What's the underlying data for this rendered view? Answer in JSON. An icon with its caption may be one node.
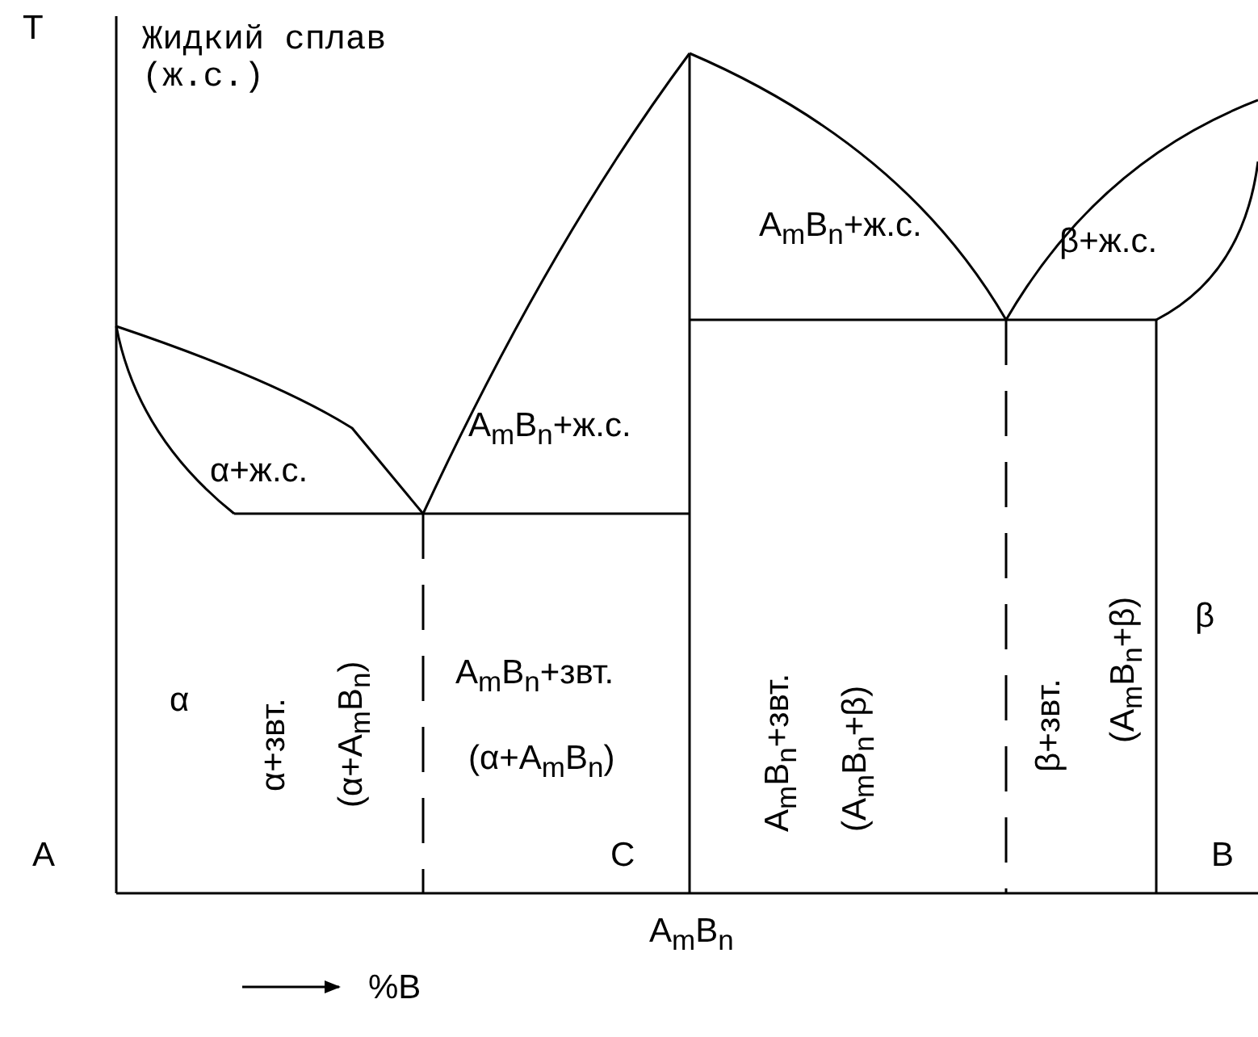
{
  "diagram": {
    "labels": [
      "T",
      "Жидкий сплав (ж.с.)",
      "A$_{m}$B$_{n}$+ж.с.",
      "β+ж.с.",
      "α+ж.с.",
      "A$_{m}$B$_{n}$+ж.с.",
      "α",
      "α+звт.",
      "(α+A$_{m}$B$_{n}$)",
      "A$_{m}$B$_{n}$+звт.",
      "(α+A$_{m}$B$_{n}$)",
      "A$_{m}$B$_{n}$+звт.",
      "(A$_{m}$B$_{n}$+β)",
      "β+звт.",
      "(A$_{m}$B$_{n}$+β)",
      "β",
      "A",
      "C",
      "B",
      "A$_{m}$B$_{n}$",
      "%B"
    ]
  }
}
